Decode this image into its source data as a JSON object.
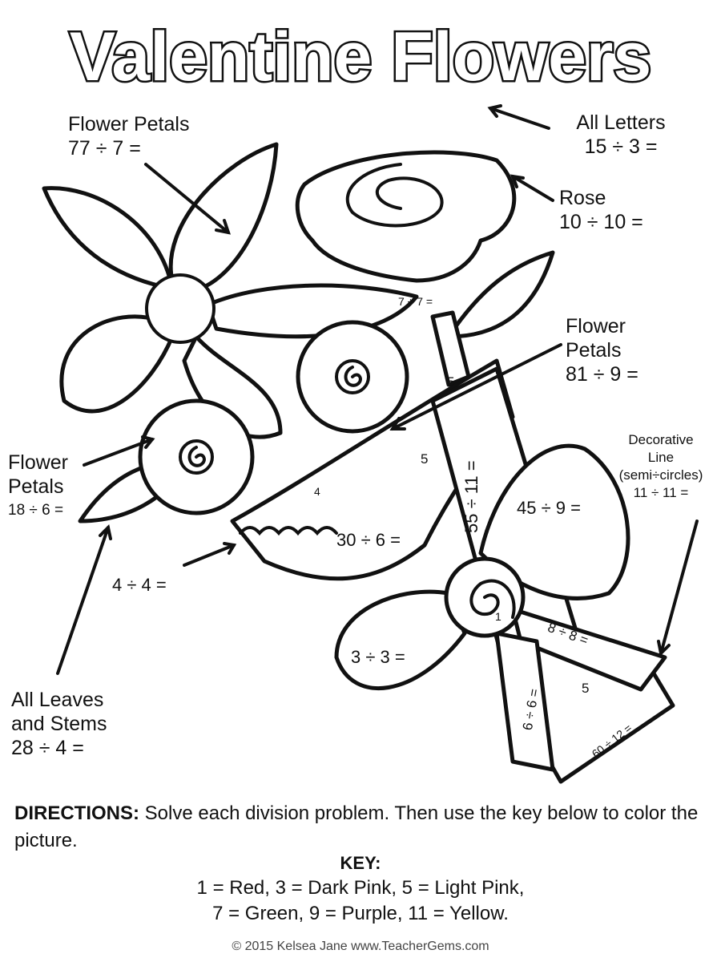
{
  "title": "Valentine Flowers",
  "labels": {
    "flower_petals_left_title": "Flower Petals",
    "flower_petals_left_eq": "77 ÷ 7 =",
    "all_letters_title": "All Letters",
    "all_letters_eq": "15 ÷ 3 =",
    "rose_title": "Rose",
    "rose_eq": "10 ÷ 10 =",
    "flower_petals_right_title1": "Flower",
    "flower_petals_right_title2": "Petals",
    "flower_petals_right_eq": "81 ÷ 9 =",
    "flower_petals_small_title1": "Flower",
    "flower_petals_small_title2": "Petals",
    "flower_petals_small_eq": "18 ÷ 6 =",
    "decorative_title1": "Decorative",
    "decorative_title2": "Line",
    "decorative_title3": "(semi÷circles)",
    "decorative_eq": "11 ÷ 11 =",
    "leaves_title1": "All Leaves",
    "leaves_title2": "and Stems",
    "leaves_eq": "28 ÷ 4 ="
  },
  "in_picture": {
    "stem_eq": "7 ÷ 7 =",
    "wrap_eq": "30 ÷ 6 =",
    "vertical_eq": "55 ÷ 11 =",
    "bow_top_eq": "45 ÷ 9 =",
    "bow_left_eq": "3 ÷ 3 =",
    "tie_right_eq": "8 ÷ 8 =",
    "tie_left_eq": "6 ÷ 6 =",
    "cone_eq": "60 ÷ 12 =",
    "wrap_left_eq": "4 ÷ 4 =",
    "num_5a": "5",
    "num_5b": "5",
    "num_5c": "5",
    "num_4": "4",
    "num_1": "1"
  },
  "directions": {
    "label": "DIRECTIONS:",
    "text": " Solve each division problem. Then use the key below to color the picture."
  },
  "key": {
    "title": "KEY:",
    "line1": "1 = Red, 3 = Dark Pink, 5 = Light Pink,",
    "line2": "7 = Green, 9 = Purple, 11 = Yellow."
  },
  "copyright": "© 2015 Kelsea Jane www.TeacherGems.com"
}
